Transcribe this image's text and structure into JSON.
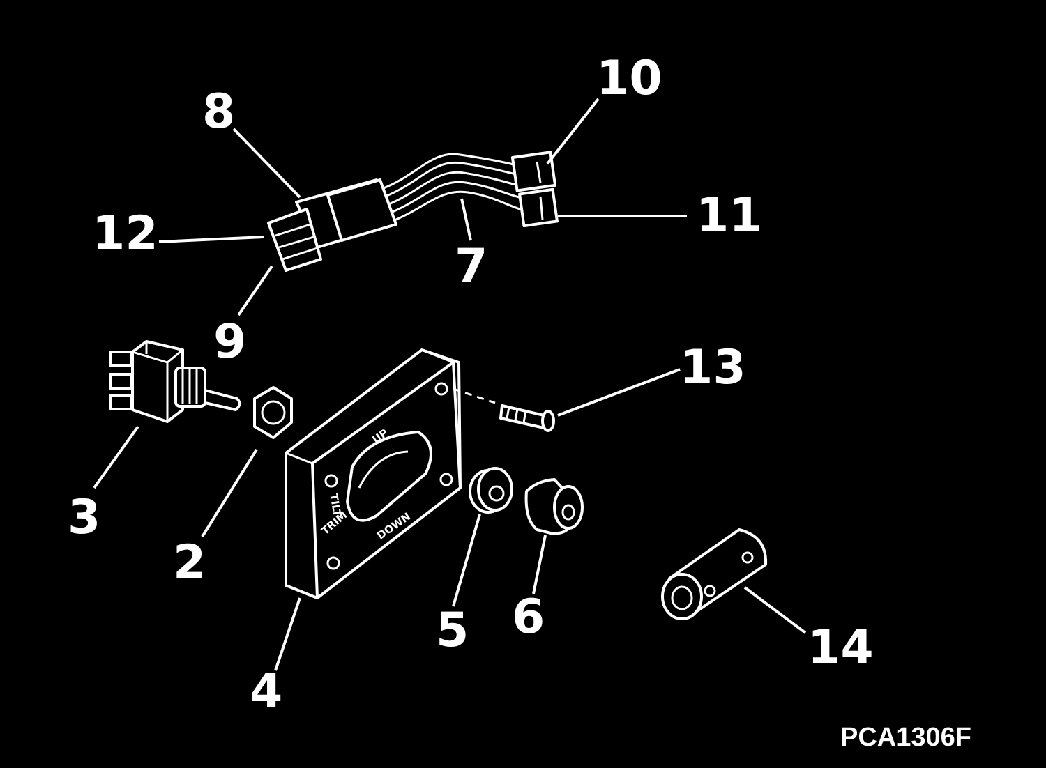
{
  "diagram": {
    "figure_code": "PCA1306F",
    "switch_plate": {
      "up_label": "UP",
      "down_label": "DOWN",
      "tilt_label": "TILT",
      "trim_label": "TRIM"
    },
    "callouts": {
      "c2": "2",
      "c3": "3",
      "c4": "4",
      "c5": "5",
      "c6": "6",
      "c7": "7",
      "c8": "8",
      "c9": "9",
      "c10": "10",
      "c11": "11",
      "c12": "12",
      "c13": "13",
      "c14": "14"
    }
  }
}
